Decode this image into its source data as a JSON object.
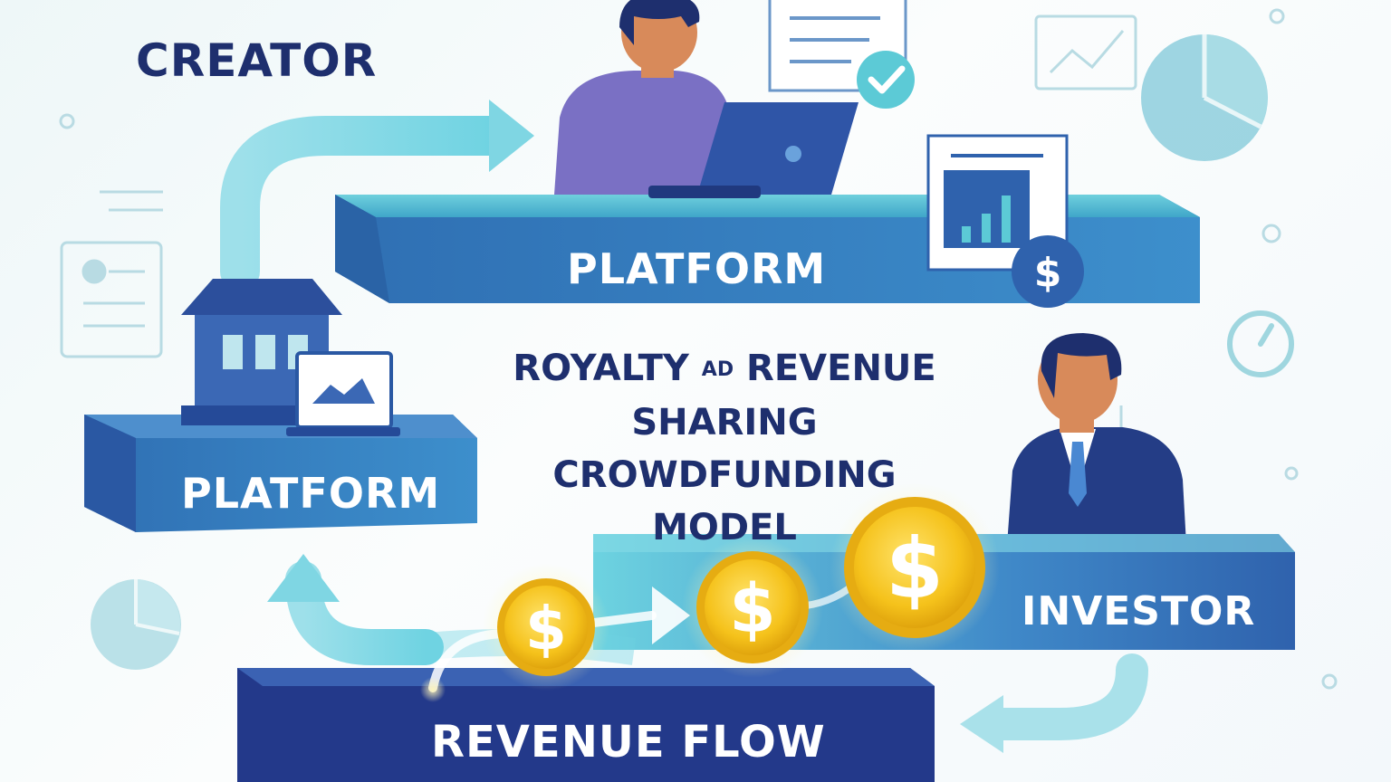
{
  "labels": {
    "creator": "CREATOR",
    "platform_top": "PLATFORM",
    "platform_left": "PLATFORM",
    "investor": "INVESTOR",
    "revenue_flow": "REVENUE FLOW"
  },
  "center_title": {
    "line1_a": "ROYALTY",
    "line1_b": "AD",
    "line1_c": "REVENUE",
    "line2": "SHARING CROWDFUNDING",
    "line3": "MODEL"
  },
  "symbols": {
    "currency": "$"
  },
  "colors": {
    "navy": "#1e2f6e",
    "platform_blue": "#3b7fc0",
    "teal": "#5bc4d6",
    "deep_blue": "#27468f",
    "coin_gold": "#f5c21b"
  },
  "icons": [
    "person-icon",
    "laptop-icon",
    "document-check-icon",
    "pie-chart-icon",
    "bar-chart-icon",
    "house-icon",
    "monitor-icon",
    "gauge-icon",
    "coin-icon",
    "arrow-icon"
  ]
}
